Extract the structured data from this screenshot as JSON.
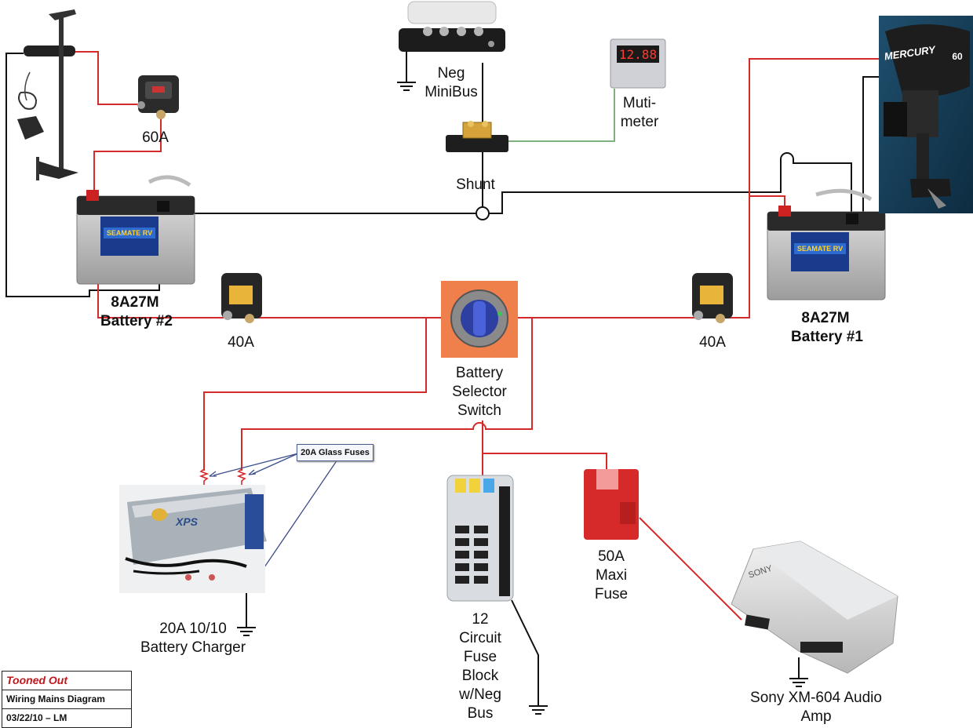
{
  "title_block": {
    "brand": "Tooned Out",
    "title": "Wiring Mains Diagram",
    "date_author": "03/22/10 – LM"
  },
  "labels": {
    "neg_minibus": "Neg\nMiniBus",
    "multimeter": "Muti-\nmeter",
    "multimeter_display": "12.88",
    "shunt": "Shunt",
    "breaker_60": "60A",
    "battery2_model": "8A27M",
    "battery2_name": "Battery #2",
    "breaker_40_left": "40A",
    "breaker_40_right": "40A",
    "battery1_model": "8A27M",
    "battery1_name": "Battery #1",
    "selector": "Battery\nSelector\nSwitch",
    "glass_fuses": "20A Glass Fuses",
    "charger": "20A 10/10\nBattery Charger",
    "fuse_block": "12\nCircuit\nFuse\nBlock\nw/Neg\nBus",
    "maxi_fuse": "50A\nMaxi\nFuse",
    "amp": "Sony XM-604 Audio\nAmp",
    "outboard_brand": "MERCURY",
    "outboard_hp": "60",
    "amp_brand": "SONY",
    "charger_brand": "XPS",
    "battery_brand": "SEAMATE RV"
  },
  "colors": {
    "positive_wire": "#d42a2a",
    "negative_wire": "#111111",
    "meter_wire": "#7fb07f",
    "callout_border": "#4a5e8c"
  }
}
